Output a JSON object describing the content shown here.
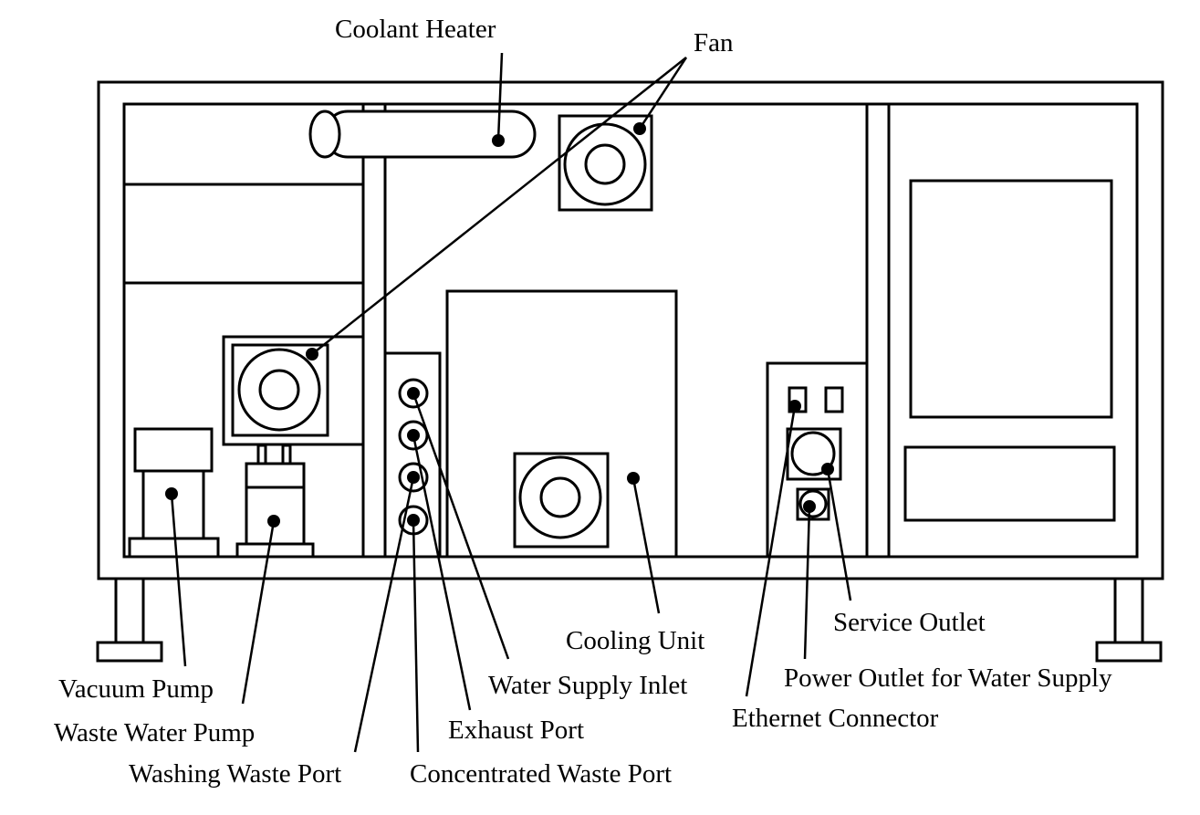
{
  "labels": {
    "coolant_heater": "Coolant Heater",
    "fan": "Fan",
    "cooling_unit": "Cooling Unit",
    "service_outlet": "Service Outlet",
    "power_outlet": "Power Outlet for Water Supply",
    "water_supply_inlet": "Water Supply Inlet",
    "ethernet_connector": "Ethernet Connector",
    "vacuum_pump": "Vacuum Pump",
    "waste_water_pump": "Waste Water Pump",
    "exhaust_port": "Exhaust Port",
    "washing_waste_port": "Washing Waste Port",
    "concentrated_waste_port": "Concentrated Waste Port"
  },
  "colors": {
    "line": "#000000",
    "background": "#ffffff"
  }
}
